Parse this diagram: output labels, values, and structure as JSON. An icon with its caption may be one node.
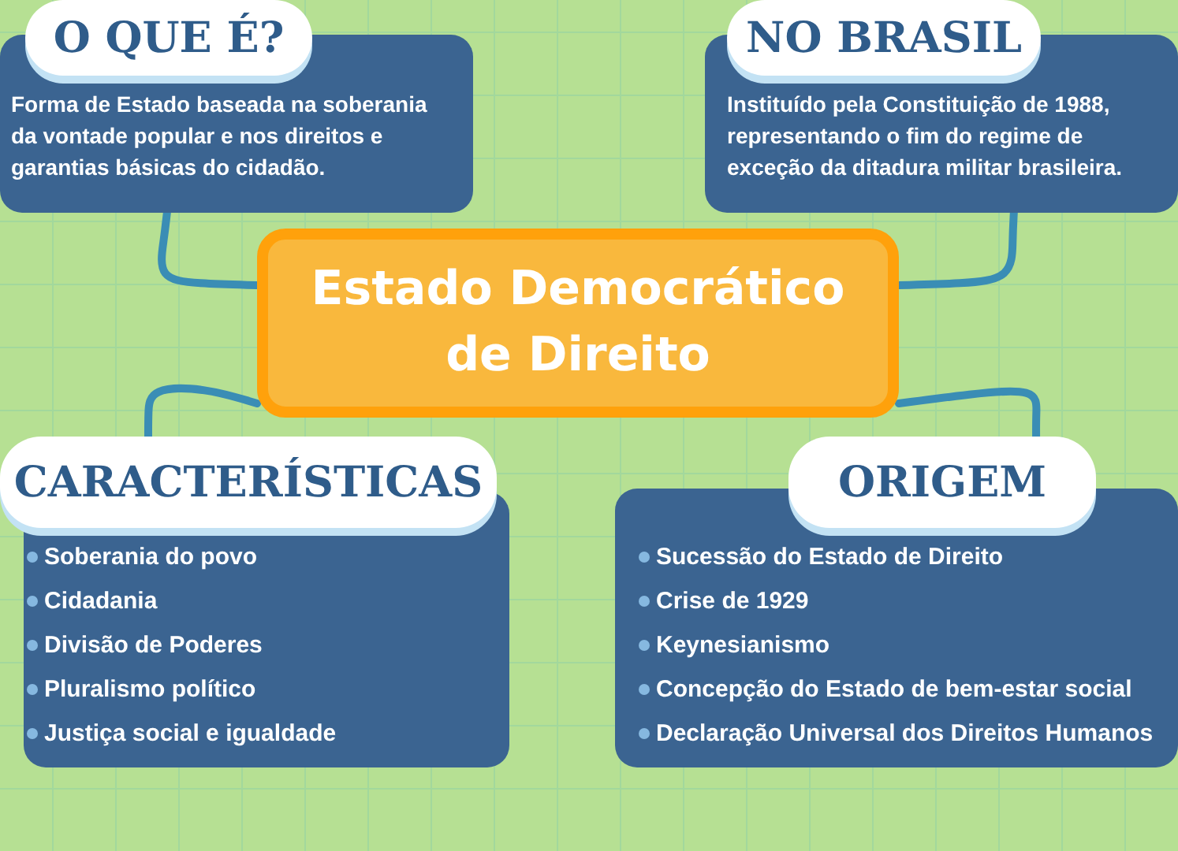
{
  "diagram": {
    "nodes": [
      {
        "text": [
          "O QUE É?",
          "Forma de Estado baseada na soberania da vontade popular e nos direitos e garantias básicas do cidadão."
        ]
      },
      {
        "text": [
          "NO BRASIL",
          "Instituído pela Constituição de 1988, representando o fim do regime de exceção da ditadura militar brasileira."
        ]
      },
      {
        "text": [
          "Estado Democrático de Direito"
        ]
      },
      {
        "text": [
          "CARACTERÍSTICAS",
          "Soberania do povo",
          "Cidadania",
          "Divisão de Poderes",
          "Pluralismo político",
          "Justiça social e igualdade"
        ]
      },
      {
        "text": [
          "ORIGEM",
          "Sucessão do Estado de Direito",
          "Crise de 1929",
          "Keynesianismo",
          "Concepção do Estado de bem-estar social",
          "Declaração Universal dos Direitos Humanos"
        ]
      }
    ],
    "edges": [
      {
        "from": 2,
        "to": 0,
        "arrow": "none"
      },
      {
        "from": 2,
        "to": 1,
        "arrow": "none"
      },
      {
        "from": 2,
        "to": 3,
        "arrow": "none"
      },
      {
        "from": 2,
        "to": 4,
        "arrow": "none"
      }
    ]
  }
}
